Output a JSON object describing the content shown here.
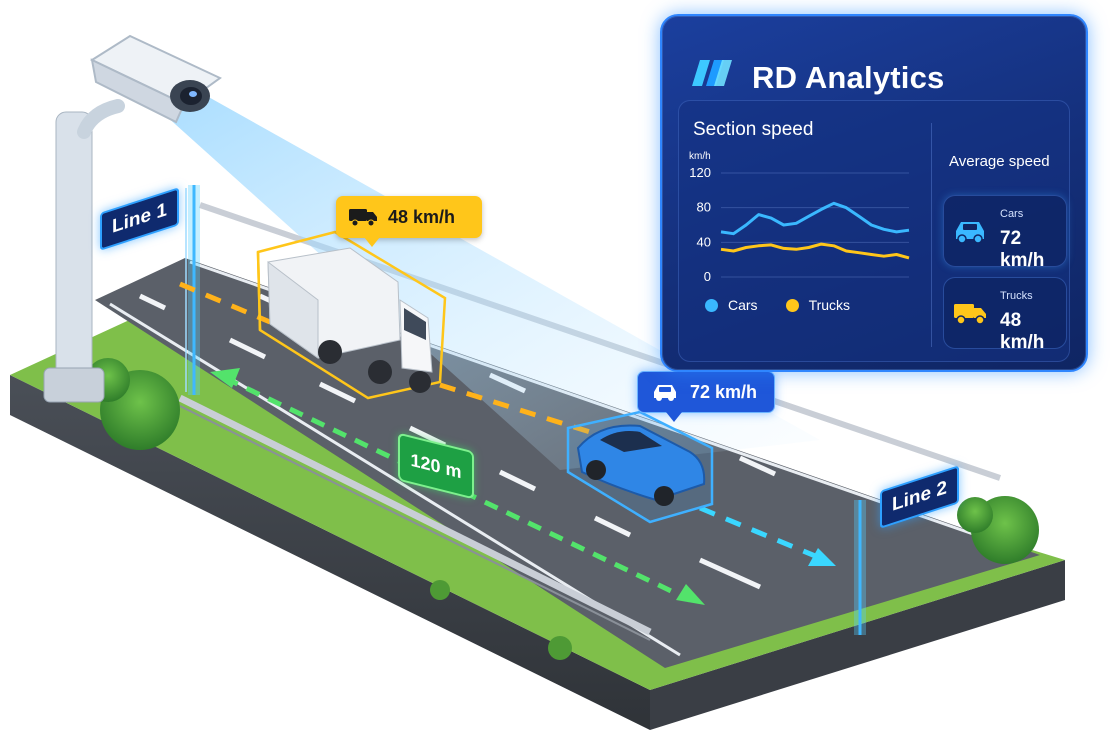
{
  "dashboard": {
    "title": "RD Analytics",
    "logo_icon": "rd-logo-icon",
    "section_title": "Section speed",
    "average_title": "Average speed",
    "cards": [
      {
        "label": "Cars",
        "value": "72 km/h",
        "icon": "car-icon",
        "color": "#3ab8ff"
      },
      {
        "label": "Trucks",
        "value": "48 km/h",
        "icon": "truck-icon",
        "color": "#ffc61a"
      }
    ]
  },
  "chart_data": {
    "type": "line",
    "title": "Section speed",
    "ylabel": "km/h",
    "xlabel": "",
    "ylim": [
      0,
      120
    ],
    "yticks": [
      "120",
      "80",
      "40",
      "0"
    ],
    "grid": true,
    "legend": "bottom",
    "series": [
      {
        "name": "Cars",
        "color": "#3ab8ff",
        "values": [
          52,
          50,
          60,
          72,
          68,
          60,
          62,
          70,
          78,
          85,
          80,
          70,
          60,
          55,
          52,
          54
        ]
      },
      {
        "name": "Trucks",
        "color": "#ffc61a",
        "values": [
          32,
          30,
          34,
          36,
          37,
          33,
          32,
          34,
          38,
          36,
          30,
          28,
          26,
          24,
          26,
          22
        ]
      }
    ]
  },
  "overlay": {
    "truck_speed": "48 km/h",
    "car_speed": "72 km/h",
    "line1": "Line 1",
    "line2": "Line 2",
    "distance": "120 m"
  },
  "colors": {
    "accent": "#2f86ff",
    "truck": "#ffc61a",
    "car": "#3ab8ff",
    "distance": "#1ea044"
  }
}
